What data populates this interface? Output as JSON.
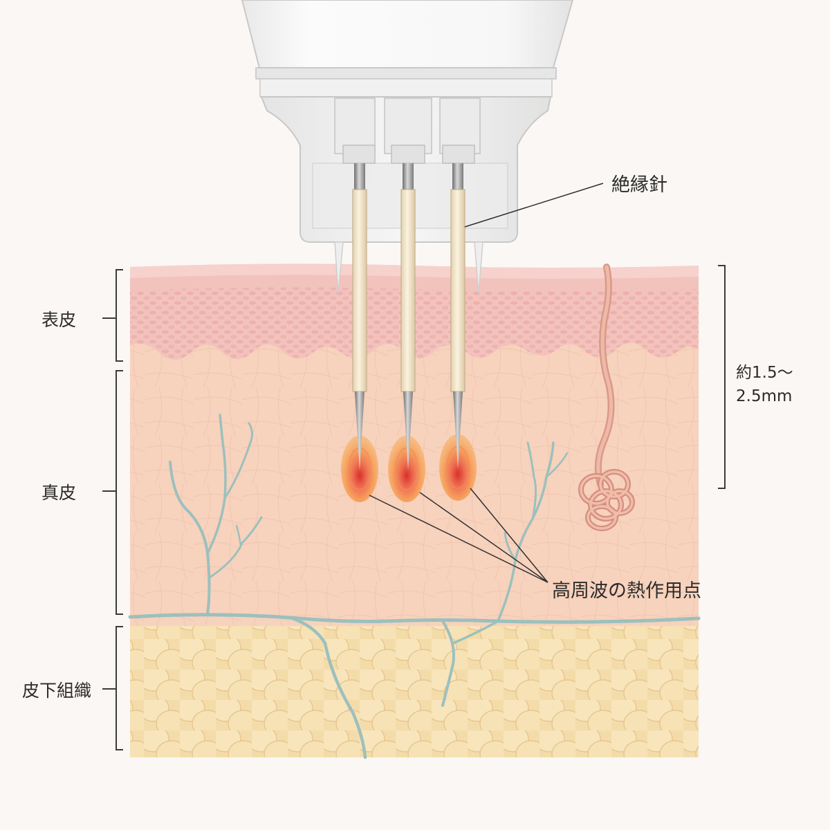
{
  "layers": {
    "epidermis": "表皮",
    "dermis": "真皮",
    "subcutaneous": "皮下組織"
  },
  "callouts": {
    "needle": "絶縁針",
    "heat_points": "高周波の熱作用点"
  },
  "depth": {
    "line1": "約1.5～",
    "line2": "2.5mm"
  },
  "icons": [
    "handpiece-icon",
    "insulated-needle-icon",
    "blood-vessel-icon",
    "hair-follicle-icon",
    "sweat-gland-icon",
    "heat-zone-icon"
  ],
  "colors": {
    "background": "#faf7f4",
    "epidermis": "#f2c3bd",
    "dermis": "#f7d2bd",
    "subcutaneous": "#f4dcaa",
    "vessel": "#9cc0bd",
    "heat": "#e65c4a",
    "needle_insulation": "#f5e8cf"
  }
}
